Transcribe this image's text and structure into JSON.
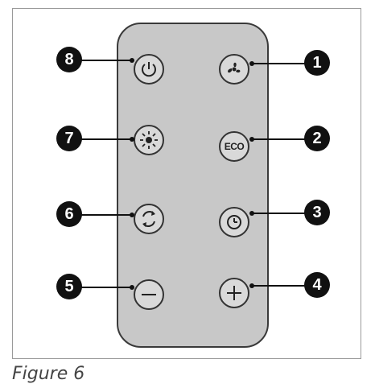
{
  "figure": {
    "caption": "Figure 6"
  },
  "callouts": {
    "c1": "1",
    "c2": "2",
    "c3": "3",
    "c4": "4",
    "c5": "5",
    "c6": "6",
    "c7": "7",
    "c8": "8"
  },
  "buttons": {
    "power": {
      "icon": "power-icon"
    },
    "light": {
      "icon": "light-icon"
    },
    "oscillate": {
      "icon": "oscillate-icon"
    },
    "minus": {
      "icon": "minus-icon"
    },
    "fan": {
      "icon": "fan-icon"
    },
    "eco": {
      "label": "ECO"
    },
    "timer": {
      "icon": "timer-icon"
    },
    "plus": {
      "icon": "plus-icon"
    }
  }
}
